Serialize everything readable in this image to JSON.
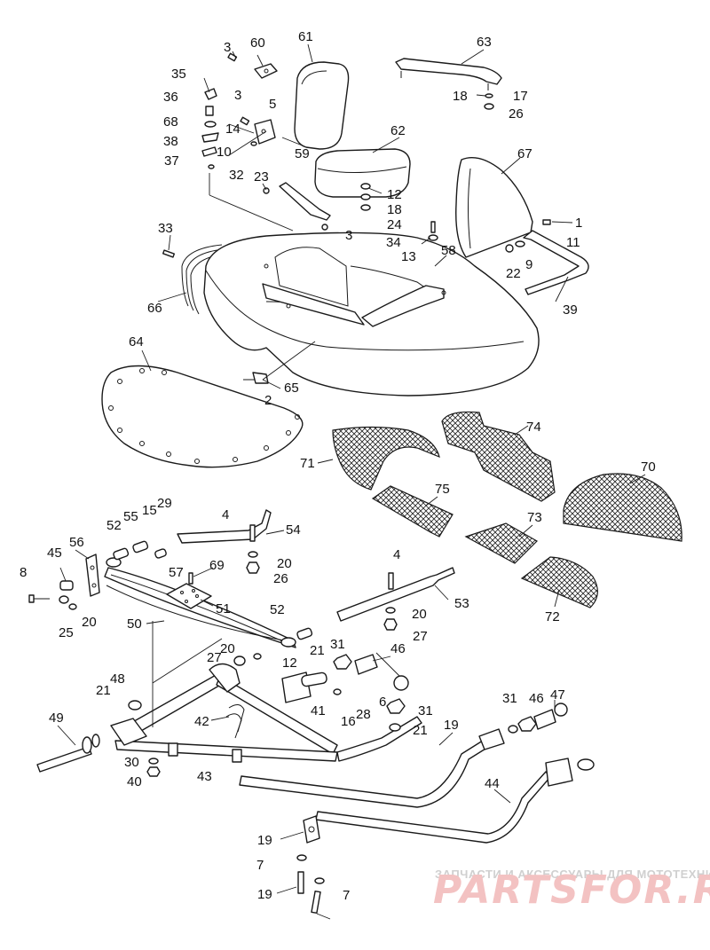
{
  "watermark": {
    "tagline": "ЗАПЧАСТИ И АКСЕССУАРЫ ДЛЯ МОТОТЕХНИКИ",
    "brand": "PARTSFOR.RU"
  },
  "callouts": [
    {
      "id": "c3a",
      "text": "3"
    },
    {
      "id": "c60",
      "text": "60"
    },
    {
      "id": "c61",
      "text": "61"
    },
    {
      "id": "c63",
      "text": "63"
    },
    {
      "id": "c35",
      "text": "35"
    },
    {
      "id": "c36",
      "text": "36"
    },
    {
      "id": "c68",
      "text": "68"
    },
    {
      "id": "c38",
      "text": "38"
    },
    {
      "id": "c37",
      "text": "37"
    },
    {
      "id": "c10",
      "text": "10"
    },
    {
      "id": "c32",
      "text": "32"
    },
    {
      "id": "c3b",
      "text": "3"
    },
    {
      "id": "c5",
      "text": "5"
    },
    {
      "id": "c14",
      "text": "14"
    },
    {
      "id": "c59",
      "text": "59"
    },
    {
      "id": "c62",
      "text": "62"
    },
    {
      "id": "c18a",
      "text": "18"
    },
    {
      "id": "c17",
      "text": "17"
    },
    {
      "id": "c26a",
      "text": "26"
    },
    {
      "id": "c23",
      "text": "23"
    },
    {
      "id": "c12a",
      "text": "12"
    },
    {
      "id": "c18b",
      "text": "18"
    },
    {
      "id": "c24",
      "text": "24"
    },
    {
      "id": "c3c",
      "text": "3"
    },
    {
      "id": "c67",
      "text": "67"
    },
    {
      "id": "c1",
      "text": "1"
    },
    {
      "id": "c11",
      "text": "11"
    },
    {
      "id": "c33",
      "text": "33"
    },
    {
      "id": "c34",
      "text": "34"
    },
    {
      "id": "c13",
      "text": "13"
    },
    {
      "id": "c58",
      "text": "58"
    },
    {
      "id": "c22",
      "text": "22"
    },
    {
      "id": "c9",
      "text": "9"
    },
    {
      "id": "c66",
      "text": "66"
    },
    {
      "id": "c39",
      "text": "39"
    },
    {
      "id": "c64",
      "text": "64"
    },
    {
      "id": "c65",
      "text": "65"
    },
    {
      "id": "c2",
      "text": "2"
    },
    {
      "id": "c74",
      "text": "74"
    },
    {
      "id": "c71",
      "text": "71"
    },
    {
      "id": "c70",
      "text": "70"
    },
    {
      "id": "c75",
      "text": "75"
    },
    {
      "id": "c73",
      "text": "73"
    },
    {
      "id": "c72",
      "text": "72"
    },
    {
      "id": "c29",
      "text": "29"
    },
    {
      "id": "c52a",
      "text": "52"
    },
    {
      "id": "c55",
      "text": "55"
    },
    {
      "id": "c15",
      "text": "15"
    },
    {
      "id": "c4a",
      "text": "4"
    },
    {
      "id": "c54",
      "text": "54"
    },
    {
      "id": "c56",
      "text": "56"
    },
    {
      "id": "c45",
      "text": "45"
    },
    {
      "id": "c8",
      "text": "8"
    },
    {
      "id": "c57",
      "text": "57"
    },
    {
      "id": "c69",
      "text": "69"
    },
    {
      "id": "c20a",
      "text": "20"
    },
    {
      "id": "c26b",
      "text": "26"
    },
    {
      "id": "c4b",
      "text": "4"
    },
    {
      "id": "c25",
      "text": "25"
    },
    {
      "id": "c20b",
      "text": "20"
    },
    {
      "id": "c51",
      "text": "51"
    },
    {
      "id": "c53",
      "text": "53"
    },
    {
      "id": "c50",
      "text": "50"
    },
    {
      "id": "c52b",
      "text": "52"
    },
    {
      "id": "c20c",
      "text": "20"
    },
    {
      "id": "c27a",
      "text": "27"
    },
    {
      "id": "c20d",
      "text": "20"
    },
    {
      "id": "c27b",
      "text": "27"
    },
    {
      "id": "c12b",
      "text": "12"
    },
    {
      "id": "c21a",
      "text": "21"
    },
    {
      "id": "c31a",
      "text": "31"
    },
    {
      "id": "c46a",
      "text": "46"
    },
    {
      "id": "c48",
      "text": "48"
    },
    {
      "id": "c21b",
      "text": "21"
    },
    {
      "id": "c41",
      "text": "41"
    },
    {
      "id": "c16",
      "text": "16"
    },
    {
      "id": "c28",
      "text": "28"
    },
    {
      "id": "c6",
      "text": "6"
    },
    {
      "id": "c31b",
      "text": "31"
    },
    {
      "id": "c21c",
      "text": "21"
    },
    {
      "id": "c31c",
      "text": "31"
    },
    {
      "id": "c46b",
      "text": "46"
    },
    {
      "id": "c47",
      "text": "47"
    },
    {
      "id": "c49",
      "text": "49"
    },
    {
      "id": "c42",
      "text": "42"
    },
    {
      "id": "c19a",
      "text": "19"
    },
    {
      "id": "c30",
      "text": "30"
    },
    {
      "id": "c40",
      "text": "40"
    },
    {
      "id": "c43",
      "text": "43"
    },
    {
      "id": "c44",
      "text": "44"
    },
    {
      "id": "c19b",
      "text": "19"
    },
    {
      "id": "c7a",
      "text": "7"
    },
    {
      "id": "c19c",
      "text": "19"
    },
    {
      "id": "c7b",
      "text": "7"
    }
  ]
}
